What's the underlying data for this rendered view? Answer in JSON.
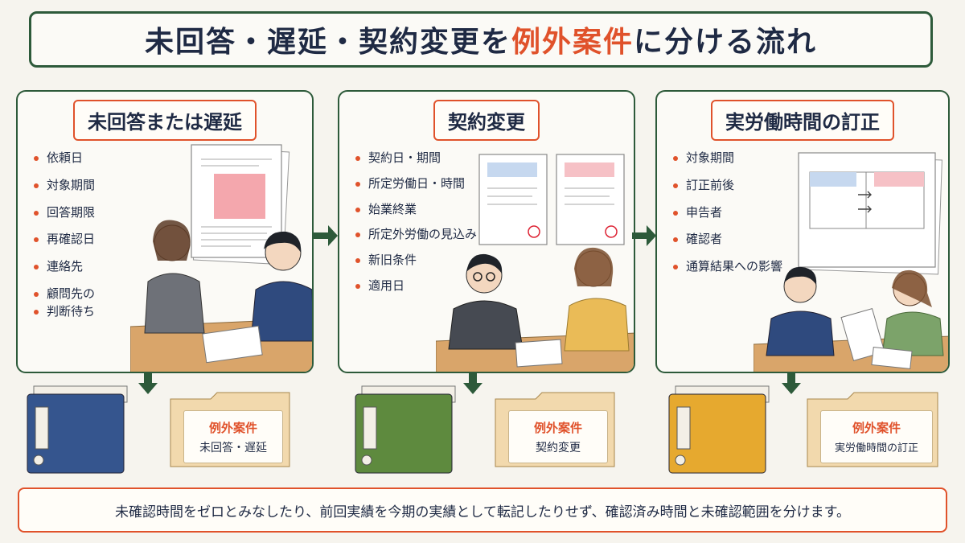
{
  "title": {
    "part1": "未回答・遅延・契約変更を",
    "highlight": "例外案件",
    "part2": "に分ける流れ"
  },
  "panels": [
    {
      "label": "未回答または遅延",
      "items": [
        "依頼日",
        "対象期間",
        "回答期限",
        "再確認日",
        "連絡先",
        "顧問先の",
        "判断待ち"
      ]
    },
    {
      "label": "契約変更",
      "items": [
        "契約日・期間",
        "所定労働日・時間",
        "始業終業",
        "所定外労働の見込み",
        "新旧条件",
        "適用日"
      ]
    },
    {
      "label": "実労働時間の訂正",
      "items": [
        "対象期間",
        "訂正前後",
        "申告者",
        "確認者",
        "通算結果への影響"
      ]
    }
  ],
  "folders": [
    {
      "exception": "例外案件",
      "name": "未回答・遅延",
      "binder_color": "#35558e"
    },
    {
      "exception": "例外案件",
      "name": "契約変更",
      "binder_color": "#5e8a3e"
    },
    {
      "exception": "例外案件",
      "name": "実労働時間の訂正",
      "binder_color": "#e6a92f"
    }
  ],
  "footer": "未確認時間をゼロとみなしたり、前回実績を今期の実績として転記したりせず、確認済み時間と未確認範囲を分けます。",
  "colors": {
    "accent": "#e0522b",
    "frame": "#2d5a3a",
    "text": "#1f2a44"
  }
}
